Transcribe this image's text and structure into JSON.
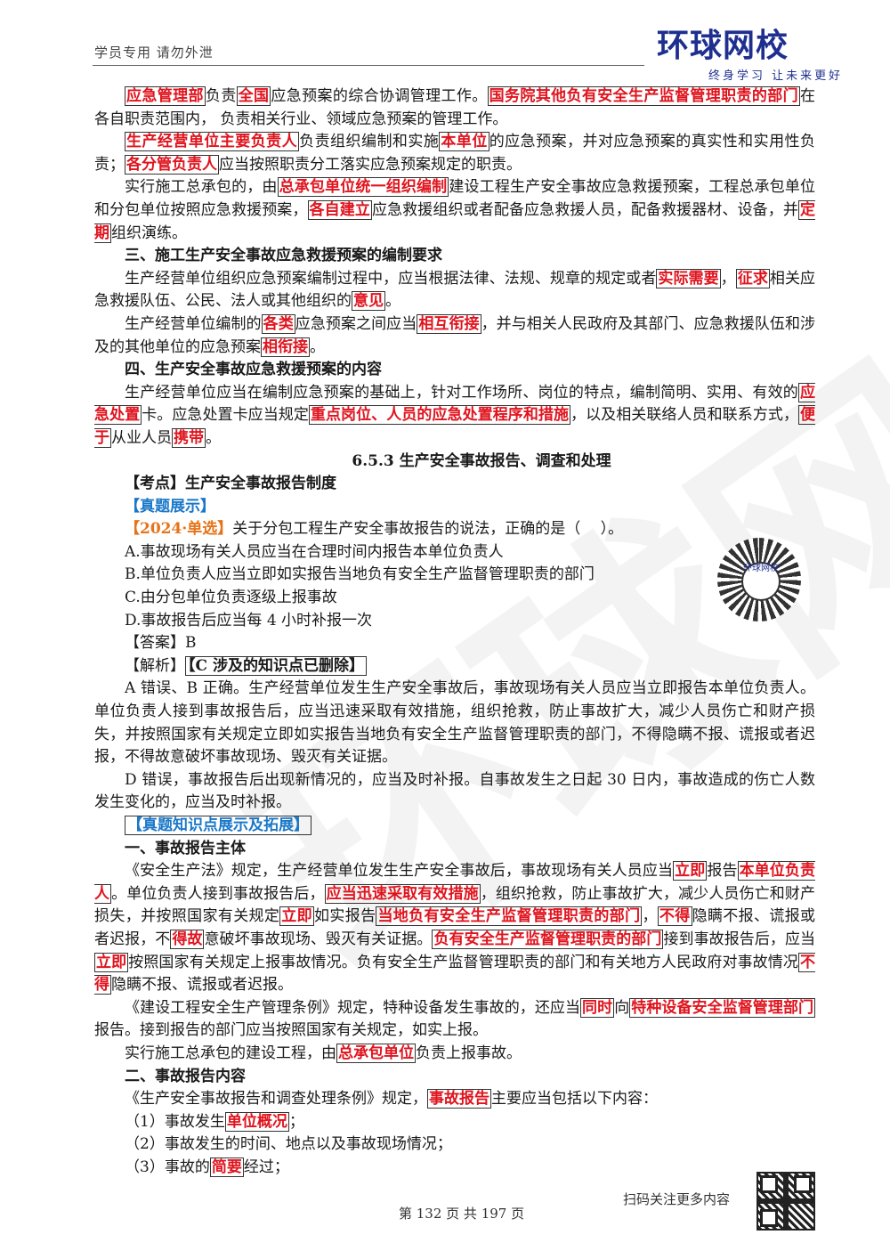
{
  "header": {
    "left_text": "学员专用 请勿外泄",
    "logo": "环球网校",
    "slogan": "终身学习 让未来更好"
  },
  "watermark": "环球网校",
  "p1": [
    "应急管理部",
    "负责",
    "全国",
    "应急预案的综合协调管理工作。",
    "国务院其他负有安全生产监督管理职责的部门",
    "在各自职责范围内， 负责相关行业、领域应急预案的管理工作。"
  ],
  "p2": [
    "生产经营单位主要负责人",
    "负责组织编制和实施",
    "本单位",
    "的应急预案，并对应急预案的真实性和实用性负责；",
    "各分管负责人",
    "应当按照职责分工落实应急预案规定的职责。"
  ],
  "p3": [
    "实行施工总承包的，由",
    "总承包单位统一组织编制",
    "建设工程生产安全事故应急救援预案，工程总承包单位和分包单位按照应急救援预案，",
    "各自建立",
    "应急救援组织或者配备应急救援人员，配备救援器材、设备，并",
    "定期",
    "组织演练。"
  ],
  "h3": "三、施工生产安全事故应急救援预案的编制要求",
  "p4": [
    "生产经营单位组织应急预案编制过程中，应当根据法律、法规、规章的规定或者",
    "实际需要",
    "，",
    "征求",
    "相关应急救援队伍、公民、法人或其他组织的",
    "意见",
    "。"
  ],
  "p5": [
    "生产经营单位编制的",
    "各类",
    "应急预案之间应当",
    "相互衔接",
    "，并与相关人民政府及其部门、应急救援队伍和涉及的其他单位的应急预案",
    "相衔接",
    "。"
  ],
  "h4": "四、生产安全事故应急救援预案的内容",
  "p6": [
    "生产经营单位应当在编制应急预案的基础上，针对工作场所、岗位的特点，编制简明、实用、有效的",
    "应急处置",
    "卡。应急处置卡应当规定",
    "重点岗位、人员的应急处置程序和措施",
    "，以及相关联络人员和联系方式，",
    "便于",
    "从业人员",
    "携带",
    "。"
  ],
  "section_title": "6.5.3 生产安全事故报告、调查和处理",
  "kaodian": "【考点】生产安全事故报告制度",
  "zhenti": "【真题展示】",
  "question": {
    "tag": "【2024·单选】",
    "stem": "关于分包工程生产安全事故报告的说法，正确的是（　 ）。"
  },
  "options": [
    "A.事故现场有关人员应当在合理时间内报告本单位负责人",
    "B.单位负责人应当立即如实报告当地负有安全生产监督管理职责的部门",
    "C.由分包单位负责逐级上报事故",
    "D.事故报告后应当每 4 小时补报一次"
  ],
  "answer": "【答案】B",
  "analysis": {
    "label": "【解析】",
    "note": "【C 涉及的知识点已删除】"
  },
  "analysis_p1": "A 错误、B 正确。生产经营单位发生生产安全事故后，事故现场有关人员应当立即报告本单位负责人。单位负责人接到事故报告后，应当迅速采取有效措施，组织抢救，防止事故扩大，减少人员伤亡和财产损失，并按照国家有关规定立即如实报告当地负有安全生产监督管理职责的部门，不得隐瞒不报、谎报或者迟报，不得故意破坏事故现场、毁灭有关证据。",
  "analysis_p2": "D 错误，事故报告后出现新情况的，应当及时补报。自事故发生之日起 30 日内，事故造成的伤亡人数发生变化的，应当及时补报。",
  "expand": "【真题知识点展示及拓展】",
  "h_a": "一、事故报告主体",
  "p7": [
    "《安全生产法》规定，生产经营单位发生生产安全事故后，事故现场有关人员应当",
    "立即",
    "报告",
    "本单位负责人",
    "。单位负责人接到事故报告后，",
    "应当迅速采取有效措施",
    "，组织抢救，防止事故扩大，减少人员伤亡和财产损失，并按照国家有关规定",
    "立即",
    "如实报告",
    "当地负有安全生产监督管理职责的部门",
    "，",
    "不得",
    "隐瞒不报、谎报或者迟报，不",
    "得故",
    "意破坏事故现场、毁灭有关证据。",
    "负有安全生产监督管理职责的部门",
    "接到事故报告后，应当",
    "立即",
    "按照国家有关规定上报事故情况。负有安全生产监督管理职责的部门和有关地方人民政府对事故情况",
    "不得",
    "隐瞒不报、谎报或者迟报。"
  ],
  "p8": [
    "《建设工程安全生产管理条例》规定，特种设备发生事故的，还应当",
    "同时",
    "向",
    "特种设备安全监督管理部门",
    "报告。接到报告的部门应当按照国家有关规定，如实上报。"
  ],
  "p9": [
    "实行施工总承包的建设工程，由",
    "总承包单位",
    "负责上报事故。"
  ],
  "h_b": "二、事故报告内容",
  "p10": [
    "《生产安全事故报告和调查处理条例》规定，",
    "事故报告",
    "主要应当包括以下内容："
  ],
  "list": [
    [
      "（1）事故发生",
      "单位概况",
      "；"
    ],
    [
      "（2）事故发生的时间、地点以及事故现场情况；"
    ],
    [
      "（3）事故的",
      "简要",
      "经过；"
    ]
  ],
  "qr1_text": "环球网校",
  "footer": {
    "page": "第 132 页 共 197 页",
    "qr_label": "扫码关注更多内容"
  }
}
